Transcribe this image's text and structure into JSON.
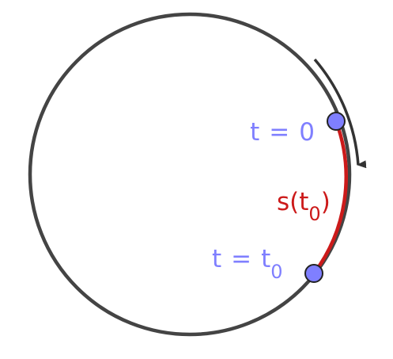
{
  "labels": {
    "start_t": "t",
    "start_eq": "=",
    "start_val": "0",
    "end_t": "t",
    "end_eq": "=",
    "end_t2": "t",
    "end_sub": "0",
    "arc_s": "s(t",
    "arc_sub": "0",
    "arc_close": ")"
  },
  "colors": {
    "circle": "#444444",
    "arc": "#cc1a1a",
    "point_fill": "#7f7fff",
    "point_stroke": "#222222",
    "point_label": "#7f7fff",
    "arc_label": "#cc1a1a",
    "arrow": "#333333"
  },
  "icons": {
    "direction_arrow": "clockwise-arrow-icon"
  }
}
